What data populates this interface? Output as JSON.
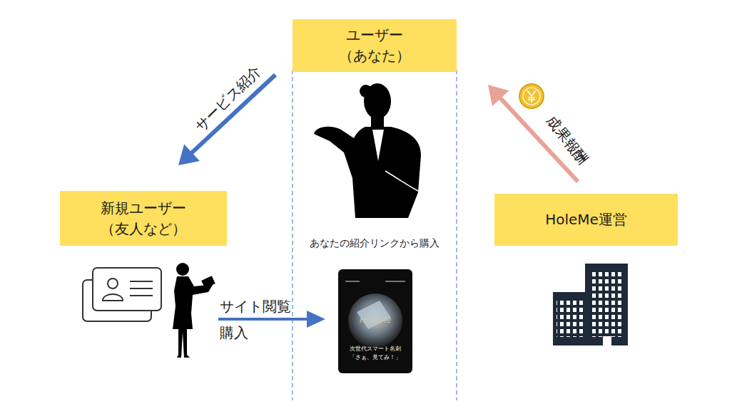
{
  "diagram": {
    "nodes": [
      {
        "text": [
          "ユーザー （あなた）"
        ]
      },
      {
        "text": [
          "新規ユーザー （友人など）"
        ]
      },
      {
        "text": [
          "HoleMe運営"
        ]
      }
    ],
    "edges": [
      {
        "from": 0,
        "to": 1,
        "arrow": "to",
        "label": "サービス紹介"
      },
      {
        "from": 2,
        "to": 0,
        "arrow": "to",
        "label": "成果報酬"
      }
    ],
    "labels": [
      "あなたの紹介リンクから購入",
      "サイト閲覧",
      "購入",
      "Hole Me",
      "次世代スマート名刺",
      "「さぁ、見てみ！」"
    ]
  }
}
